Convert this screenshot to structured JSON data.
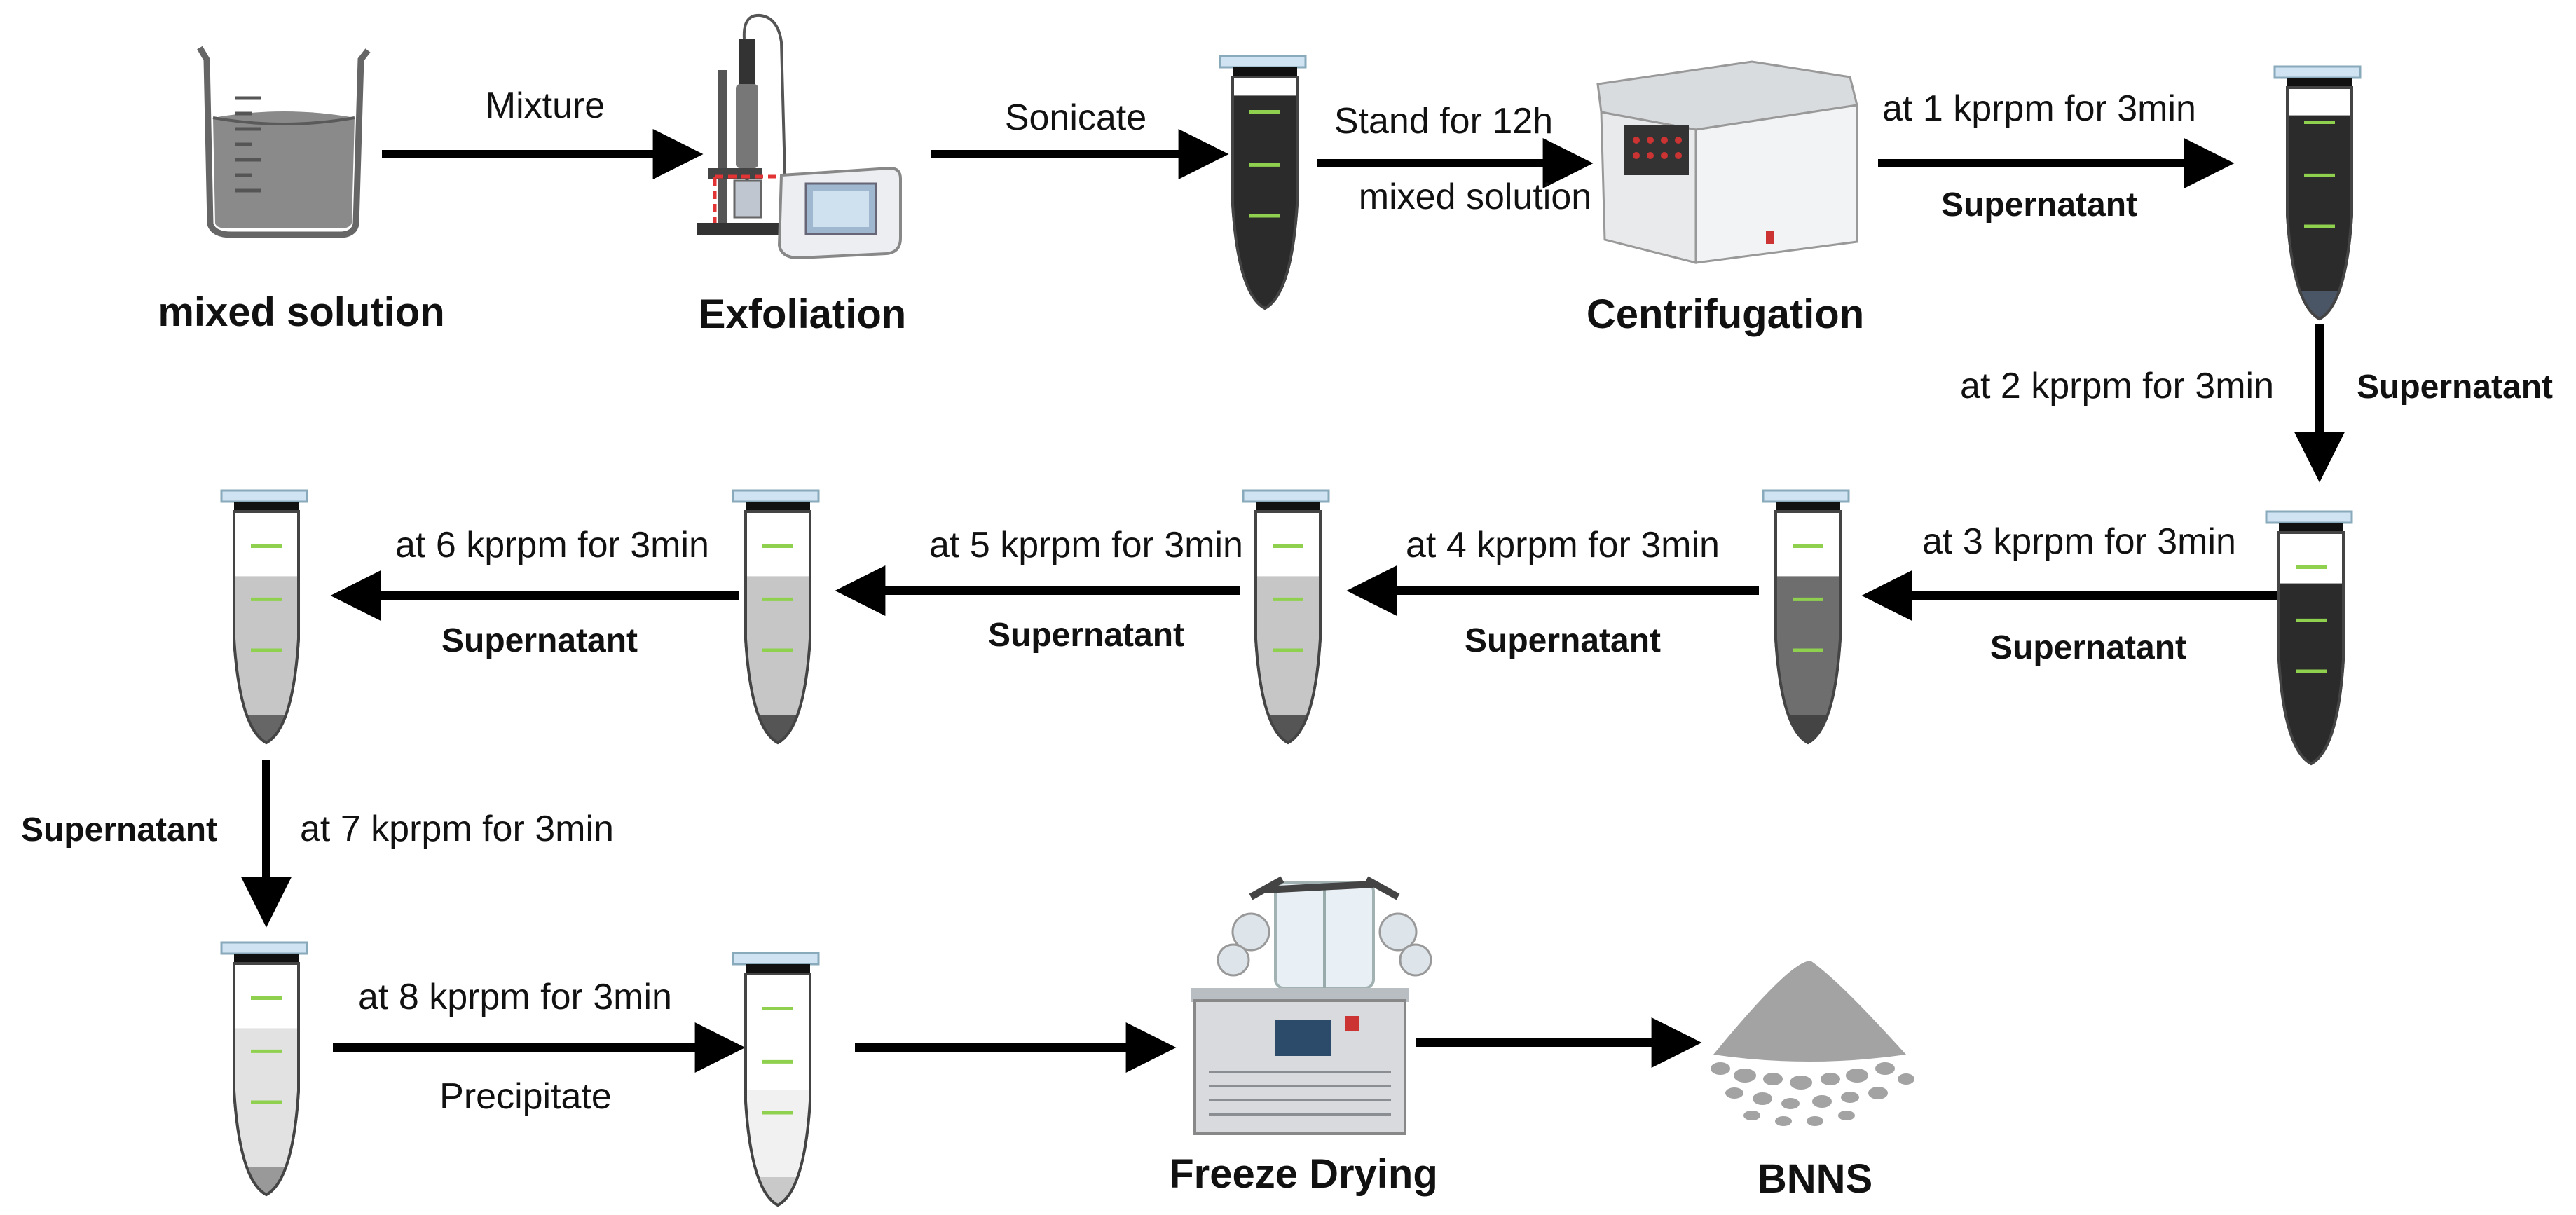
{
  "titles": {
    "mixed_solution": "mixed solution",
    "exfoliation": "Exfoliation",
    "centrifugation": "Centrifugation",
    "freeze_drying": "Freeze Drying",
    "bnns": "BNNS"
  },
  "arrows": {
    "mixture": "Mixture",
    "sonicate": "Sonicate",
    "stand_line1": "Stand for 12h",
    "stand_line2": "mixed solution",
    "step1": "at 1 kprpm for 3min",
    "step2": "at 2 kprpm for 3min",
    "step3": "at 3 kprpm for 3min",
    "step4": "at 4 kprpm for 3min",
    "step5": "at 5 kprpm for 3min",
    "step6": "at 6 kprpm for 3min",
    "step7": "at 7 kprpm for 3min",
    "step8": "at 8 kprpm for 3min",
    "supernatant": "Supernatant",
    "precipitate": "Precipitate"
  },
  "colors": {
    "arrow": "#000000",
    "tube_mark": "#8fd14f",
    "liquid_dark": "#2b2b2b",
    "liquid_mid": "#6e6e6e",
    "liquid_light": "#c6c6c6",
    "powder": "#a3a3a3"
  }
}
